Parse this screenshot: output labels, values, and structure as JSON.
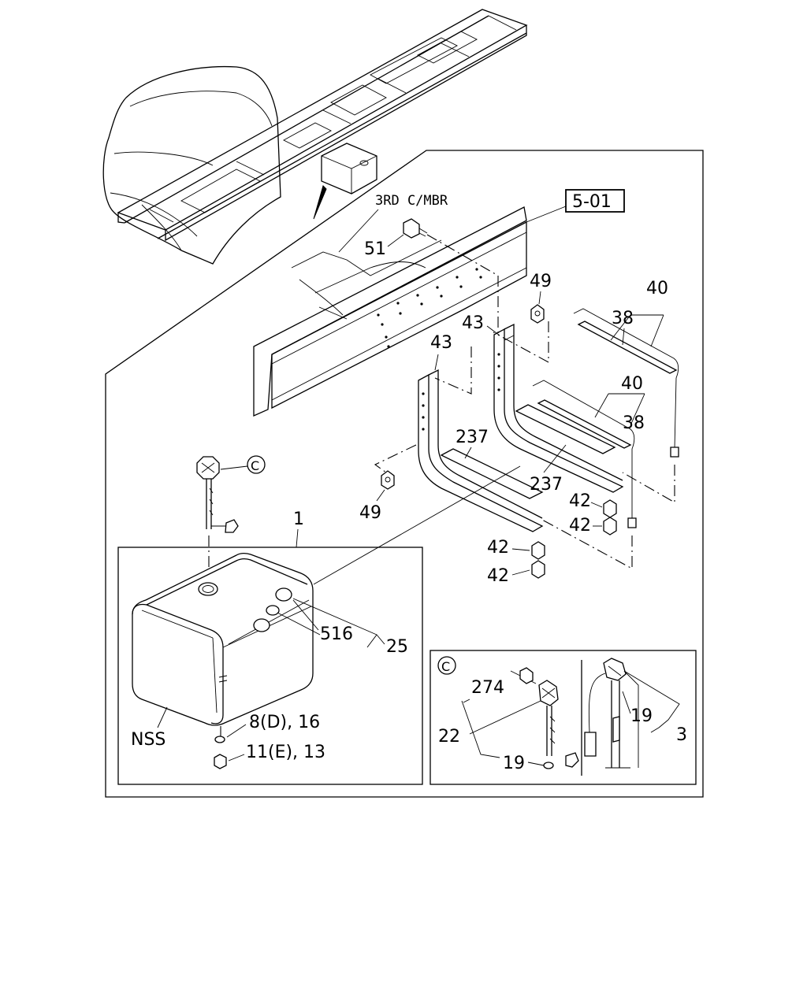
{
  "diagram": {
    "ref_box": "5-01",
    "crossmember_label": "3RD C/MBR",
    "circle_marker": "C",
    "labels": {
      "l51": "51",
      "l49a": "49",
      "l49b": "49",
      "l40a": "40",
      "l38a": "38",
      "l40b": "40",
      "l38b": "38",
      "l43a": "43",
      "l43b": "43",
      "l237a": "237",
      "l237b": "237",
      "l42a": "42",
      "l42b": "42",
      "l42c": "42",
      "l42d": "42",
      "l1": "1",
      "l516": "516",
      "l25": "25",
      "nss": "NSS",
      "l8d16": "8(D), 16",
      "l11e13": "11(E), 13",
      "l274": "274",
      "l22": "22",
      "l19a": "19",
      "l19b": "19",
      "l3": "3"
    }
  }
}
